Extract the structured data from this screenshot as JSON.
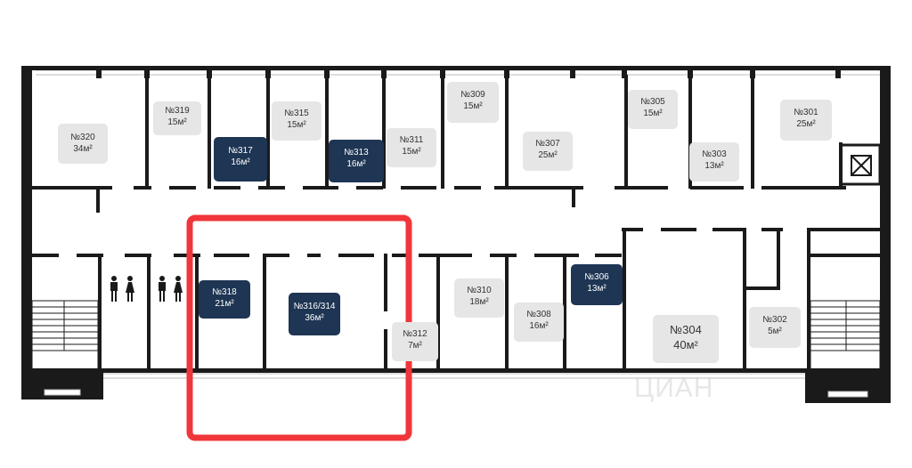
{
  "floor_plan": {
    "rooms": [
      {
        "id": "r320",
        "number": "№320",
        "area": "34м²",
        "status": "free"
      },
      {
        "id": "r319",
        "number": "№319",
        "area": "15м²",
        "status": "free"
      },
      {
        "id": "r317",
        "number": "№317",
        "area": "16м²",
        "status": "occupied"
      },
      {
        "id": "r315",
        "number": "№315",
        "area": "15м²",
        "status": "free"
      },
      {
        "id": "r313",
        "number": "№313",
        "area": "16м²",
        "status": "occupied"
      },
      {
        "id": "r311",
        "number": "№311",
        "area": "15м²",
        "status": "free"
      },
      {
        "id": "r309",
        "number": "№309",
        "area": "15м²",
        "status": "free"
      },
      {
        "id": "r307",
        "number": "№307",
        "area": "25м²",
        "status": "free"
      },
      {
        "id": "r305",
        "number": "№305",
        "area": "15м²",
        "status": "free"
      },
      {
        "id": "r303",
        "number": "№303",
        "area": "13м²",
        "status": "free"
      },
      {
        "id": "r301",
        "number": "№301",
        "area": "25м²",
        "status": "free"
      },
      {
        "id": "r318",
        "number": "№318",
        "area": "21м²",
        "status": "occupied"
      },
      {
        "id": "r316",
        "number": "№316/314",
        "area": "36м²",
        "status": "occupied"
      },
      {
        "id": "r312",
        "number": "№312",
        "area": "7м²",
        "status": "free"
      },
      {
        "id": "r310",
        "number": "№310",
        "area": "18м²",
        "status": "free"
      },
      {
        "id": "r308",
        "number": "№308",
        "area": "16м²",
        "status": "free"
      },
      {
        "id": "r306",
        "number": "№306",
        "area": "13м²",
        "status": "occupied"
      },
      {
        "id": "r304",
        "number": "№304",
        "area": "40м²",
        "status": "free"
      },
      {
        "id": "r302",
        "number": "№302",
        "area": "5м²",
        "status": "free"
      }
    ],
    "restroom_icon": "restroom-icon",
    "highlight_color": "#f0363a",
    "occupied_color": "#1e3553",
    "free_color": "#e6e6e6",
    "watermark": "ЦИАН"
  }
}
